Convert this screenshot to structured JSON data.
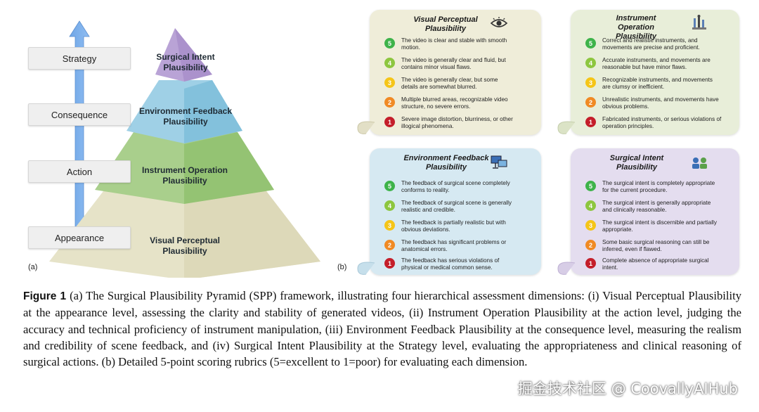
{
  "panel_a": {
    "levels": [
      "Strategy",
      "Consequence",
      "Action",
      "Appearance"
    ],
    "pyramid": [
      "Surgical Intent Plausibility",
      "Environment Feedback Plausibility",
      "Instrument Operation Plausibility",
      "Visual Perceptual Plausibility"
    ],
    "label": "(a)"
  },
  "panel_b": {
    "label": "(b)",
    "cards": [
      {
        "title": "Visual Perceptual Plausibility",
        "icon": "eye-icon",
        "color": "#efedd9",
        "rubrics": [
          {
            "score": "5",
            "text": "The video is clear and stable with smooth motion."
          },
          {
            "score": "4",
            "text": "The video is generally clear and fluid, but contains minor visual flaws."
          },
          {
            "score": "3",
            "text": "The video is generally clear, but some details are somewhat blurred."
          },
          {
            "score": "2",
            "text": "Multiple blurred areas, recognizable video structure, no severe errors."
          },
          {
            "score": "1",
            "text": "Severe image distortion, blurriness, or other illogical phenomena."
          }
        ]
      },
      {
        "title": "Instrument Operation Plausibility",
        "icon": "surgical-tools-icon",
        "color": "#e8eed9",
        "rubrics": [
          {
            "score": "5",
            "text": "Correct and realistic instruments, and movements are precise and proficient."
          },
          {
            "score": "4",
            "text": "Accurate instruments, and movements are reasonable but have minor flaws."
          },
          {
            "score": "3",
            "text": "Recognizable instruments, and movements are clumsy or inefficient."
          },
          {
            "score": "2",
            "text": "Unrealistic instruments, and movements have obvious problems."
          },
          {
            "score": "1",
            "text": "Fabricated instruments, or serious violations of operation principles."
          }
        ]
      },
      {
        "title": "Environment Feedback Plausibility",
        "icon": "monitor-icon",
        "color": "#d6e9f2",
        "rubrics": [
          {
            "score": "5",
            "text": "The feedback of surgical scene completely conforms to reality."
          },
          {
            "score": "4",
            "text": "The feedback of surgical scene is generally realistic and credible."
          },
          {
            "score": "3",
            "text": "The feedback is partially realistic but with obvious deviations."
          },
          {
            "score": "2",
            "text": "The feedback has significant problems or anatomical errors."
          },
          {
            "score": "1",
            "text": "The feedback has serious violations of physical or medical common sense."
          }
        ]
      },
      {
        "title": "Surgical Intent Plausibility",
        "icon": "team-icon",
        "color": "#e4ddef",
        "rubrics": [
          {
            "score": "5",
            "text": "The surgical intent is completely appropriate for the current procedure."
          },
          {
            "score": "4",
            "text": "The surgical intent is generally appropriate and clinically reasonable."
          },
          {
            "score": "3",
            "text": "The surgical intent is discernible and partially appropriate."
          },
          {
            "score": "2",
            "text": "Some basic surgical reasoning can still be inferred, even if flawed."
          },
          {
            "score": "1",
            "text": "Complete absence of appropriate surgical intent."
          }
        ]
      }
    ]
  },
  "caption": {
    "figure": "Figure 1",
    "text": "(a) The Surgical Plausibility Pyramid (SPP) framework, illustrating four hierarchical assessment dimensions: (i) Visual Perceptual Plausibility at the appearance level, assessing the clarity and stability of generated videos, (ii) Instrument Operation Plausibility at the action level, judging the accuracy and technical proficiency of instrument manipulation, (iii) Environment Feedback Plausibility at the consequence level, measuring the realism and credibility of scene feedback, and (iv) Surgical Intent Plausibility at the Strategy level, evaluating the appropriateness and clinical reasoning of surgical actions. (b) Detailed 5-point scoring rubrics (5=excellent to 1=poor) for evaluating each dimension."
  },
  "watermark": "掘金技术社区 @ CoovallyAIHub"
}
